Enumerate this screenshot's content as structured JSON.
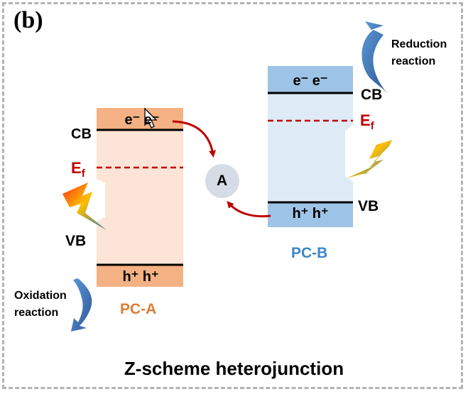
{
  "panel_label": "(b)",
  "title": "Z-scheme heterojunction",
  "pc_a": {
    "name": "PC-A",
    "cb_label": "CB",
    "vb_label": "VB",
    "ef_main": "E",
    "ef_sub": "f",
    "cb_electrons": "e⁻ e⁻",
    "vb_holes": "h⁺ h⁺",
    "reaction_line1": "Oxidation",
    "reaction_line2": "reaction",
    "band_color": "#f4b183",
    "body_color": "#fce4d6"
  },
  "pc_b": {
    "name": "PC-B",
    "cb_label": "CB",
    "vb_label": "VB",
    "ef_main": "E",
    "ef_sub": "f",
    "cb_electrons": "e⁻ e⁻",
    "vb_holes": "h⁺ h⁺",
    "reaction_line1": "Reduction",
    "reaction_line2": "reaction",
    "band_color": "#9dc3e6",
    "body_color": "#deebf7"
  },
  "mediator": {
    "label": "A",
    "color": "#d6dce5"
  },
  "colors": {
    "fermi": "#c00000",
    "transfer_arrow": "#c00000",
    "reaction_arrow": "#3a6db5"
  },
  "icons": [
    "lightning-icon",
    "lightning-icon",
    "curved-arrow-icon",
    "curved-arrow-icon",
    "cursor-icon"
  ]
}
